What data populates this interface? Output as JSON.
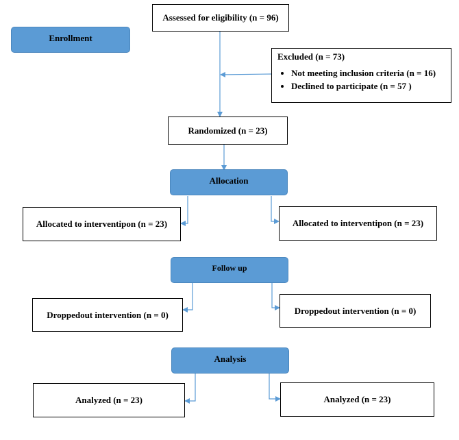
{
  "diagram": {
    "stages": {
      "enrollment": "Enrollment",
      "allocation": "Allocation",
      "follow_up": "Follow up",
      "analysis": "Analysis"
    },
    "assessed": "Assessed for eligibility (n = 96)",
    "excluded": {
      "title": "Excluded (n = 73)",
      "items": [
        "Not meeting inclusion criteria (n = 16)",
        "Declined to participate (n = 57 )"
      ]
    },
    "randomized": "Randomized (n = 23)",
    "allocated_left": "Allocated to interventipon (n = 23)",
    "allocated_right": "Allocated to interventipon (n = 23)",
    "dropped_left": "Droppedout intervention (n = 0)",
    "dropped_right": "Droppedout intervention (n = 0)",
    "analyzed_left": "Analyzed (n = 23)",
    "analyzed_right": "Analyzed (n = 23)",
    "colors": {
      "stage_fill": "#5b9bd5",
      "arrow": "#5b9bd5"
    }
  }
}
